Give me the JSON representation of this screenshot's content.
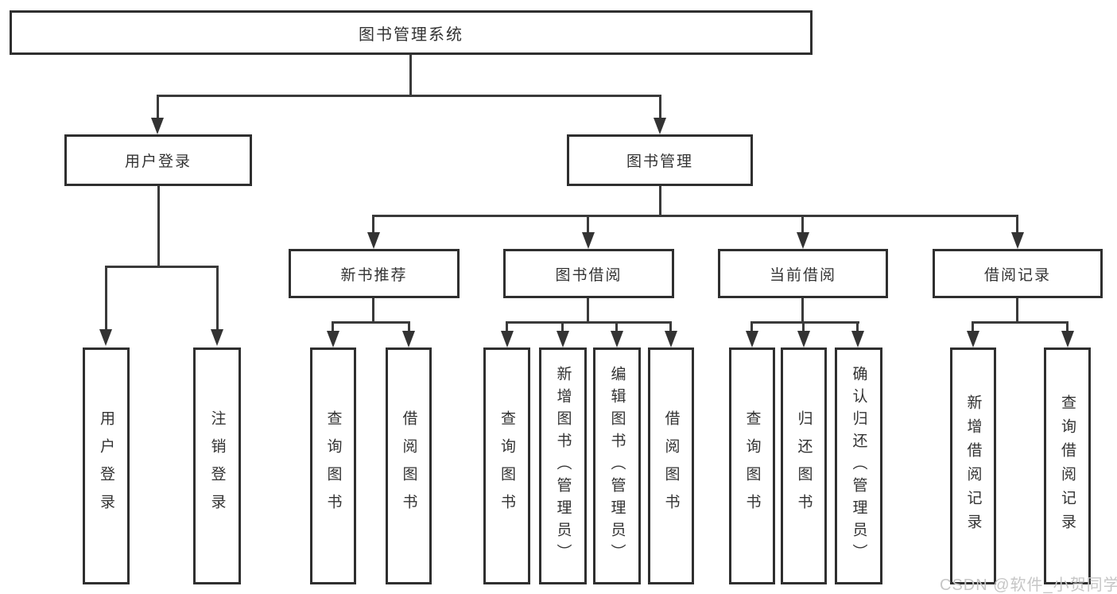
{
  "diagram": {
    "nodes": {
      "root": {
        "label": "图书管理系统"
      },
      "user_login": {
        "label": "用户登录"
      },
      "book_mgmt": {
        "label": "图书管理"
      },
      "new_book_rec": {
        "label": "新书推荐"
      },
      "book_borrow": {
        "label": "图书借阅"
      },
      "current_borrow": {
        "label": "当前借阅"
      },
      "borrow_records": {
        "label": "借阅记录"
      },
      "leaf_user_login": {
        "label": "用户登录"
      },
      "leaf_logout": {
        "label": "注销登录"
      },
      "rec_query_books": {
        "label": "查询图书"
      },
      "rec_borrow_books": {
        "label": "借阅图书"
      },
      "bb_query_books": {
        "label": "查询图书"
      },
      "bb_add_books": {
        "label": "新增图书（管理员）"
      },
      "bb_edit_books": {
        "label": "编辑图书（管理员）"
      },
      "bb_borrow_books": {
        "label": "借阅图书"
      },
      "cb_query_books": {
        "label": "查询图书"
      },
      "cb_return_books": {
        "label": "归还图书"
      },
      "cb_confirm_return": {
        "label": "确认归还（管理员）"
      },
      "br_add_record": {
        "label": "新增借阅记录"
      },
      "br_query_record": {
        "label": "查询借阅记录"
      }
    },
    "colors": {
      "border": "#2f2f2f",
      "line": "#3a3a3a",
      "text": "#333333",
      "background": "#ffffff",
      "watermark": "#c6c6c6"
    }
  },
  "watermark": {
    "text": "CSDN @软件_小贺同学"
  }
}
